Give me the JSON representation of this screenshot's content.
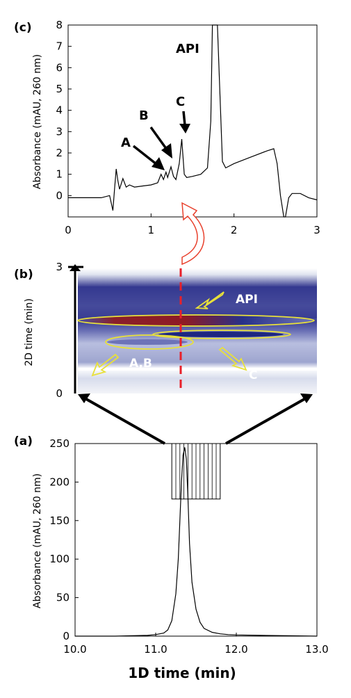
{
  "chart_data": [
    {
      "panel": "(c)",
      "type": "line",
      "ylabel": "Absorbance (mAU, 260 nm)",
      "xlim": [
        0,
        3
      ],
      "ylim": [
        -1,
        8
      ],
      "xticks": [
        "0",
        "1",
        "2",
        "3"
      ],
      "yticks": [
        "0",
        "1",
        "2",
        "3",
        "4",
        "5",
        "6",
        "7",
        "8"
      ],
      "annotations": [
        "A",
        "B",
        "C",
        "API"
      ],
      "x": [
        0.0,
        0.2,
        0.4,
        0.5,
        0.54,
        0.56,
        0.58,
        0.6,
        0.62,
        0.66,
        0.7,
        0.74,
        0.8,
        0.9,
        1.0,
        1.08,
        1.12,
        1.15,
        1.18,
        1.2,
        1.24,
        1.27,
        1.3,
        1.34,
        1.37,
        1.4,
        1.43,
        1.5,
        1.6,
        1.68,
        1.72,
        1.74,
        1.76,
        1.8,
        1.86,
        1.9,
        2.0,
        2.2,
        2.4,
        2.48,
        2.52,
        2.56,
        2.6,
        2.62,
        2.66,
        2.7,
        2.8,
        2.9,
        3.0
      ],
      "y": [
        -0.1,
        -0.1,
        -0.1,
        0.0,
        -0.7,
        0.3,
        1.25,
        0.7,
        0.3,
        0.8,
        0.4,
        0.5,
        0.4,
        0.45,
        0.5,
        0.6,
        1.0,
        0.75,
        1.1,
        0.85,
        1.35,
        0.9,
        0.75,
        1.5,
        2.65,
        1.0,
        0.85,
        0.9,
        1.0,
        1.3,
        3.5,
        8.0,
        8.0,
        8.0,
        1.6,
        1.3,
        1.5,
        1.8,
        2.1,
        2.2,
        1.5,
        0.0,
        -1.0,
        -1.0,
        -0.1,
        0.1,
        0.1,
        -0.1,
        -0.2
      ]
    },
    {
      "panel": "(b)",
      "type": "heatmap",
      "ylabel": "2D time (min)",
      "ylim": [
        0,
        3
      ],
      "yticks": [
        "0",
        "3"
      ],
      "annotations": [
        "API",
        "A,B",
        "C"
      ]
    },
    {
      "panel": "(a)",
      "type": "line",
      "ylabel": "Absorbance (mAU, 260 nm)",
      "xlabel": "1D time (min)",
      "xlim": [
        10.0,
        13.0
      ],
      "ylim": [
        0,
        250
      ],
      "xticks": [
        "10.0",
        "11.0",
        "12.0",
        "13.0"
      ],
      "yticks": [
        "0",
        "50",
        "100",
        "150",
        "200",
        "250"
      ],
      "x": [
        10.0,
        10.5,
        10.9,
        11.0,
        11.1,
        11.15,
        11.2,
        11.25,
        11.28,
        11.3,
        11.32,
        11.34,
        11.36,
        11.38,
        11.4,
        11.42,
        11.45,
        11.5,
        11.55,
        11.6,
        11.7,
        11.8,
        11.9,
        12.0,
        12.3,
        12.6,
        13.0
      ],
      "y": [
        0,
        0,
        1,
        2,
        4,
        8,
        20,
        55,
        100,
        150,
        200,
        235,
        245,
        230,
        180,
        120,
        70,
        35,
        18,
        10,
        5,
        3,
        2,
        1.5,
        1,
        0.5,
        0
      ],
      "fraction_window": [
        11.2,
        11.8
      ],
      "fraction_window_y": [
        178,
        250
      ],
      "fraction_count": 12
    }
  ]
}
